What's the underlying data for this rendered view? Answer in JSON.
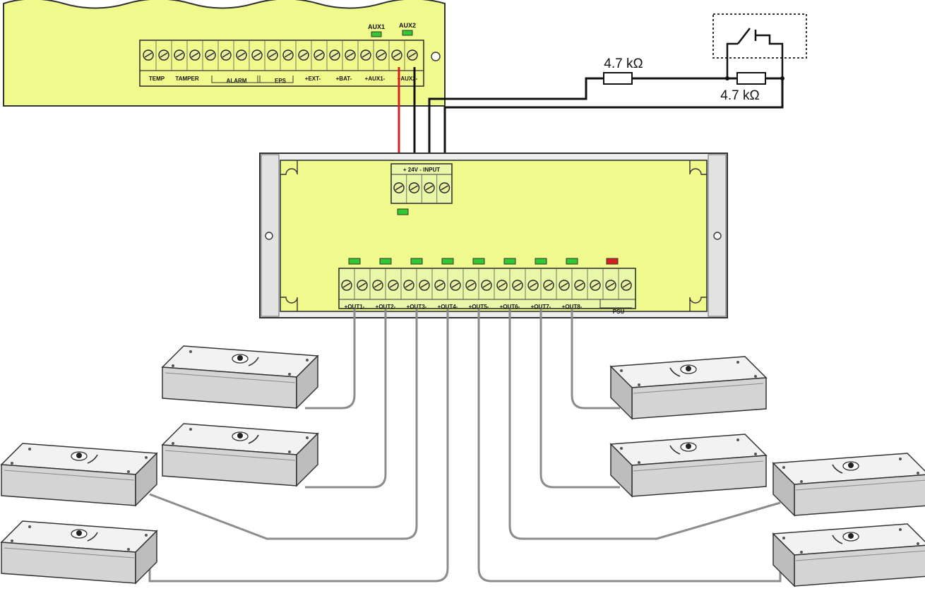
{
  "panel": {
    "led_labels": [
      "AUX1",
      "AUX2"
    ],
    "terminal_groups": [
      "TEMP",
      "TAMPER",
      "ALARM",
      "EPS",
      "+EXT-",
      "+BAT-",
      "+AUX1-",
      "+AUX2-"
    ],
    "led_color": "#32c832"
  },
  "wiring": {
    "resistor_1": "4.7 kΩ",
    "resistor_2": "4.7 kΩ",
    "plus_wire_color": "#d42020",
    "signal_wire_color": "#111111",
    "output_wire_color": "#8c8c8c"
  },
  "module": {
    "input_connector_label": "+ 24V - INPUT",
    "input_led_color": "#32c832",
    "output_labels": [
      "+OUT1-",
      "+OUT2-",
      "+OUT3-",
      "+OUT4-",
      "+OUT5-",
      "+OUT6-",
      "+OUT7-",
      "+OUT8-"
    ],
    "psu_label": "PSU",
    "output_led_color": "#32c832",
    "psu_led_color": "#d42020",
    "board_color": "#f0fa8c"
  },
  "devices": {
    "count": 8,
    "body_color": "#e6e6e6"
  }
}
